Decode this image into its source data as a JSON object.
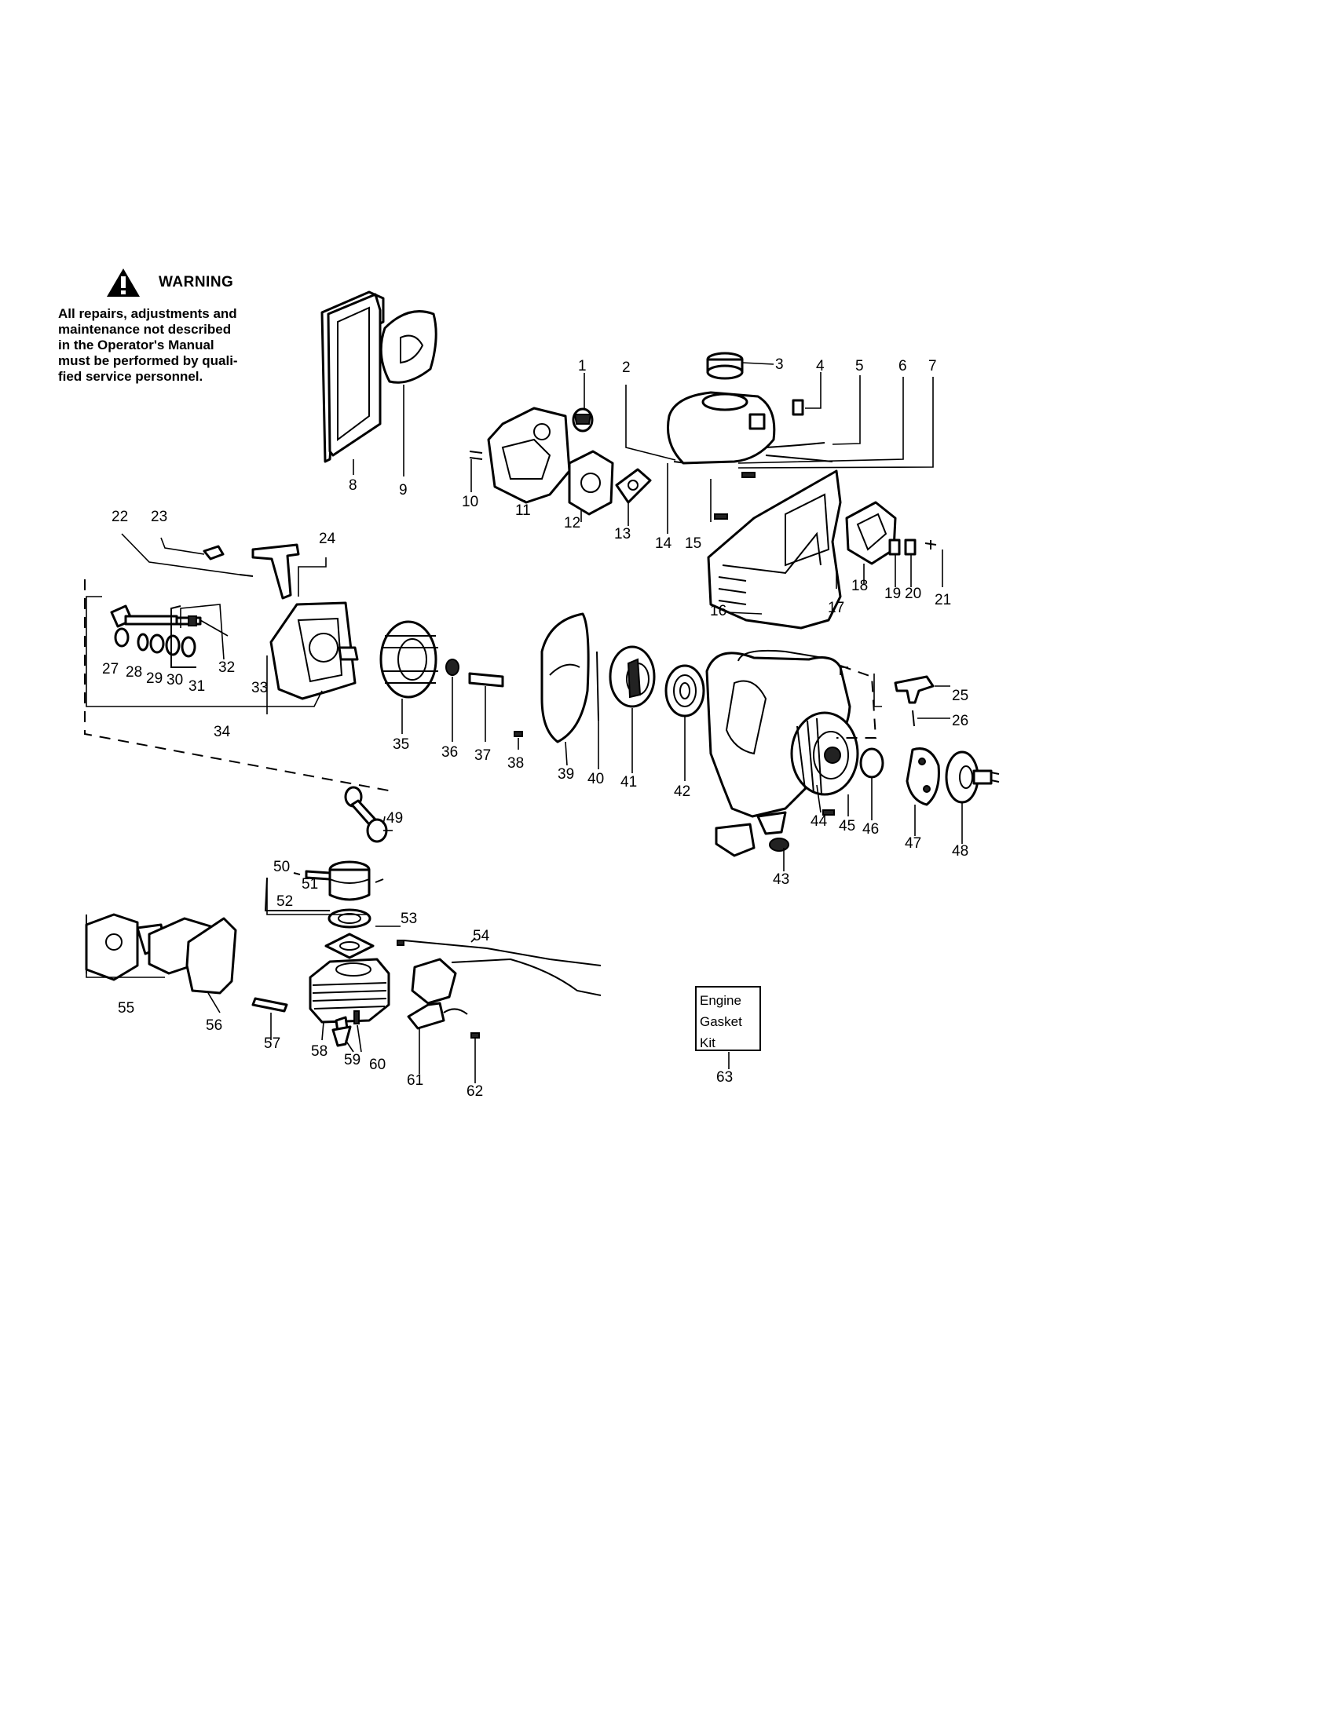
{
  "warning": {
    "icon": "warning-triangle-icon",
    "title": "WARNING",
    "text_lines": [
      "All repairs, adjustments and",
      "maintenance not described",
      "in the Operator's Manual",
      "must be performed by quali-",
      "fied service personnel."
    ]
  },
  "kit_box": {
    "lines": [
      "Engine",
      "Gasket",
      "Kit"
    ],
    "number": "63"
  },
  "part_numbers": [
    "1",
    "2",
    "3",
    "4",
    "5",
    "6",
    "7",
    "8",
    "9",
    "10",
    "11",
    "12",
    "13",
    "14",
    "15",
    "16",
    "17",
    "18",
    "19",
    "20",
    "21",
    "22",
    "23",
    "24",
    "25",
    "26",
    "27",
    "28",
    "29",
    "30",
    "31",
    "32",
    "33",
    "34",
    "35",
    "36",
    "37",
    "38",
    "39",
    "40",
    "41",
    "42",
    "43",
    "44",
    "45",
    "46",
    "47",
    "48",
    "49",
    "50",
    "51",
    "52",
    "53",
    "54",
    "55",
    "56",
    "57",
    "58",
    "59",
    "60",
    "61",
    "62",
    "63"
  ]
}
